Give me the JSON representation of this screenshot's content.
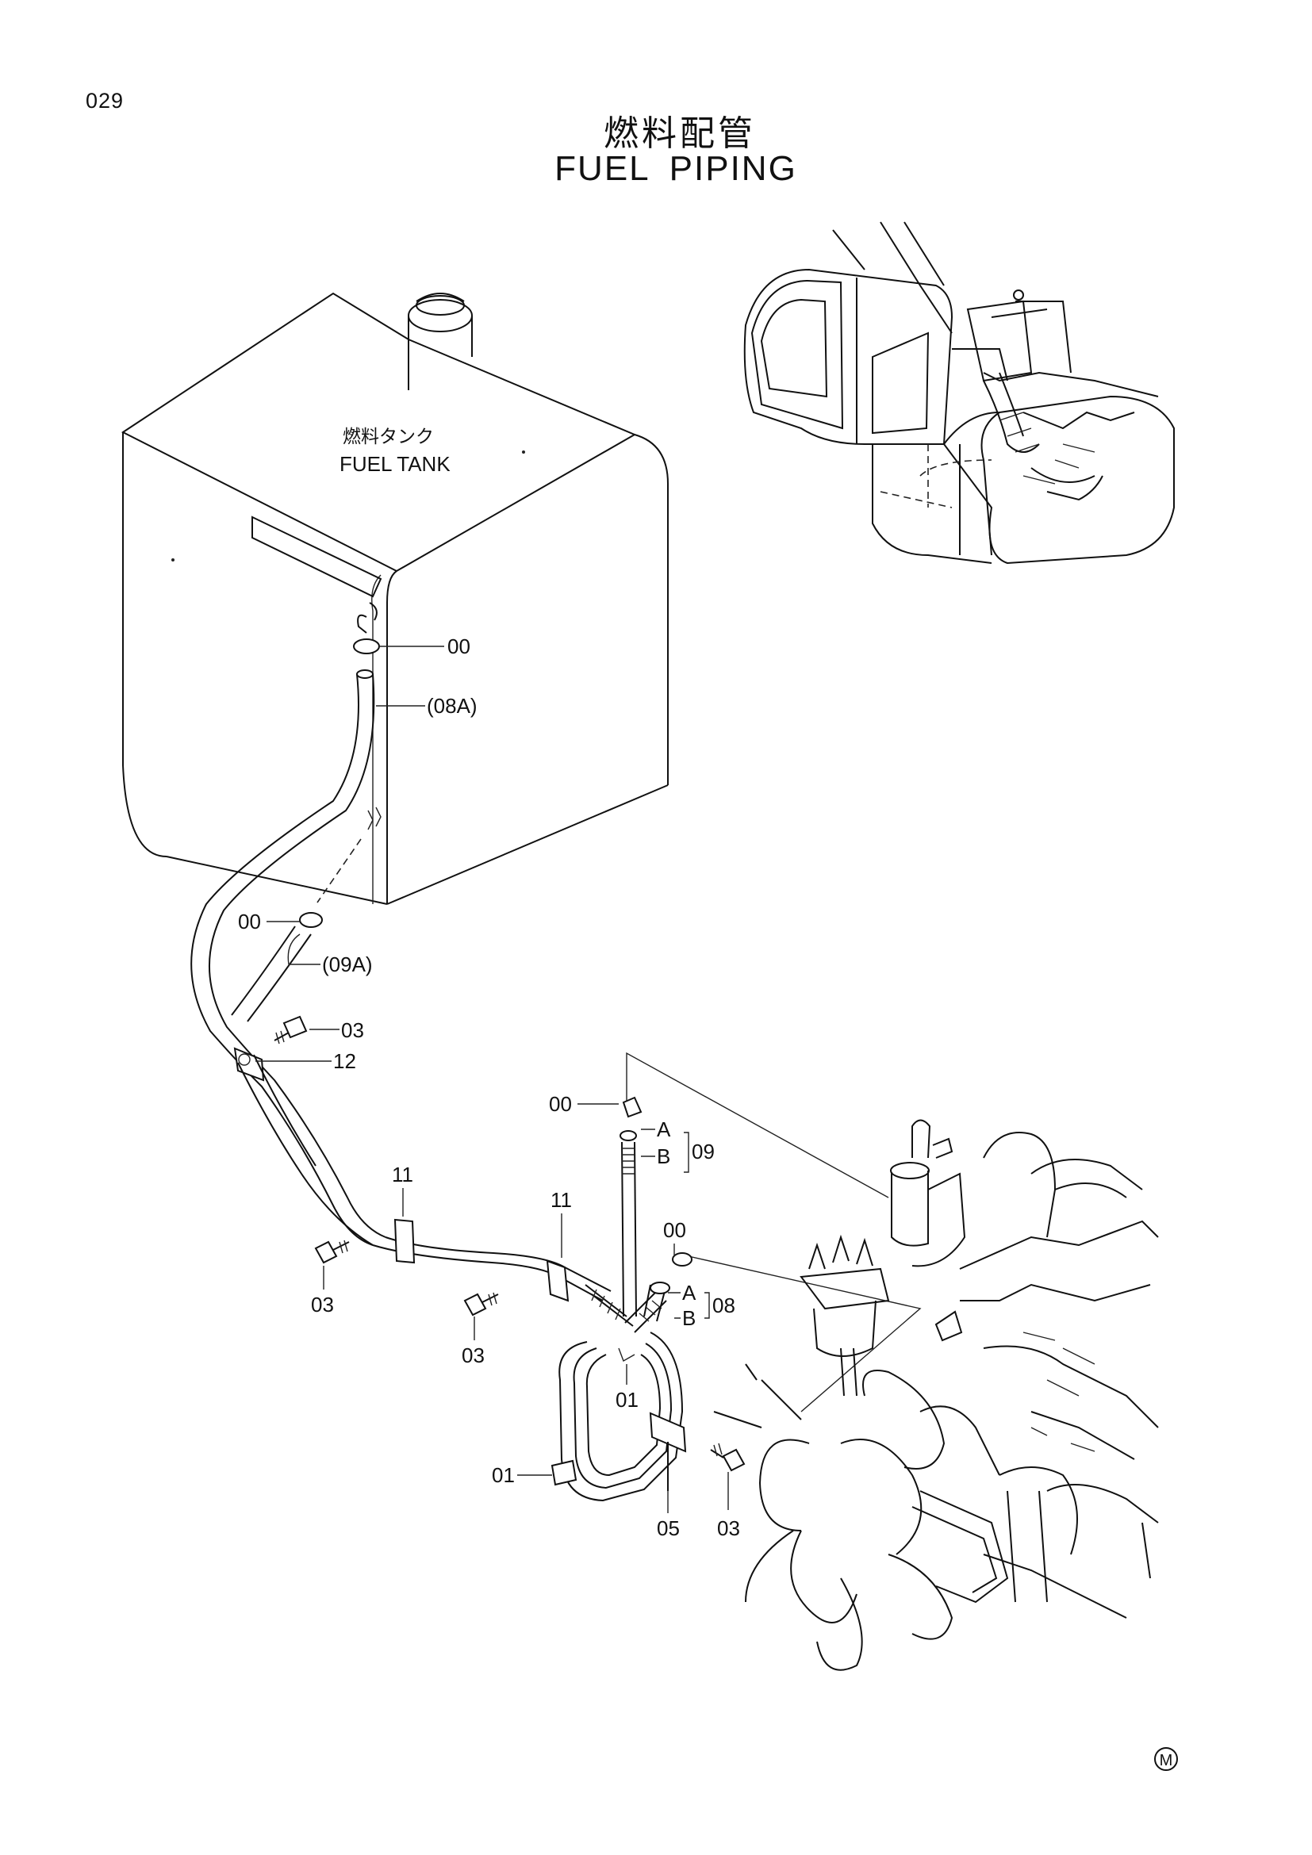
{
  "page_number": "029",
  "title": {
    "jp": "燃料配管",
    "en_word1": "FUEL",
    "en_word2": "PIPING"
  },
  "tank": {
    "jp": "燃料タンク",
    "en": "FUEL TANK"
  },
  "callouts": {
    "c00a": "00",
    "c08A": "(08A)",
    "c00b": "00",
    "c09A": "(09A)",
    "c03a": "03",
    "c12": "12",
    "c00c": "00",
    "c09": "09",
    "c09a": "A",
    "c09b": "B",
    "c11a": "11",
    "c11b": "11",
    "c00d": "00",
    "c08": "08",
    "c08a": "A",
    "c08b": "B",
    "c03b": "03",
    "c03c": "03",
    "c01a": "01",
    "c01b": "01",
    "c05": "05",
    "c03d": "03"
  },
  "mark": "M"
}
